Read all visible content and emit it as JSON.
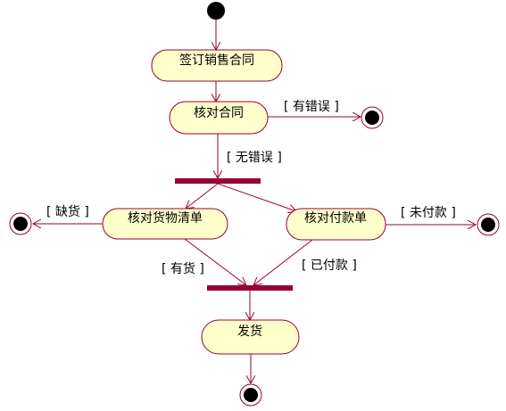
{
  "activities": {
    "sign_contract": "签订销售合同",
    "check_contract": "核对合同",
    "check_goods_list": "核对货物清单",
    "check_payment_slip": "核对付款单",
    "ship_goods": "发货"
  },
  "guards": {
    "has_error": "[ 有错误 ]",
    "no_error": "[ 无错误 ]",
    "out_of_stock": "[ 缺货 ]",
    "in_stock": "[ 有货 ]",
    "unpaid": "[ 未付款 ]",
    "paid": "[ 已付款 ]"
  },
  "colors": {
    "activity_fill": "#ffffcc",
    "activity_stroke": "#990033",
    "flow_line": "#990033",
    "sync_bar": "#990033",
    "node_dot": "#000000"
  }
}
